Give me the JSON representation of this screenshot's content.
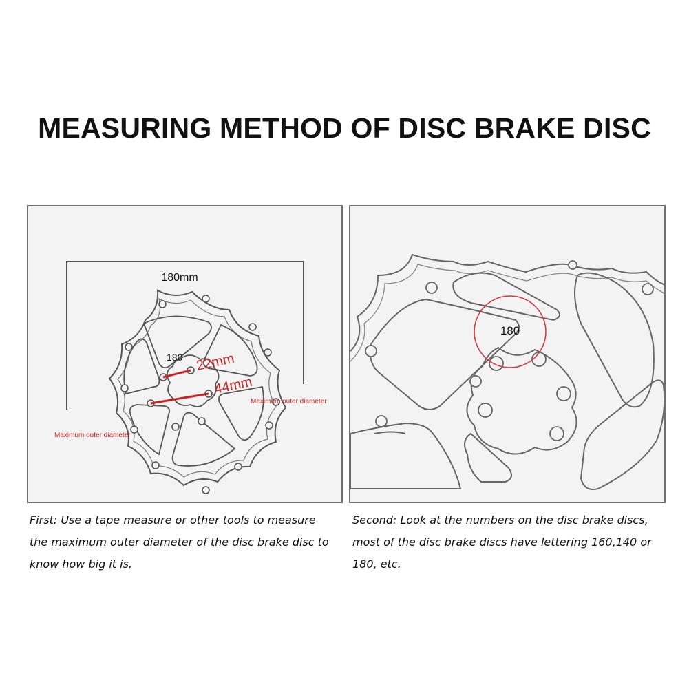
{
  "title": "MEASURING METHOD OF DISC BRAKE DISC",
  "left_panel": {
    "dimension_label": "180mm",
    "disc_number": "180",
    "bolt_spacing": "22mm",
    "center_spacing": "44mm",
    "max_diameter_label_right": "Maximum outer diameter",
    "max_diameter_label_left": "Maximum outer diameter"
  },
  "right_panel": {
    "disc_number": "180"
  },
  "captions": {
    "first": "First: Use a tape measure or other tools to measure the maximum outer diameter of the disc brake disc to know how big it is.",
    "second": "Second: Look at the numbers on the disc brake discs, most of the disc brake discs have lettering 160,140 or 180, etc."
  },
  "colors": {
    "outline": "#555555",
    "accent_red": "#cc2222",
    "circle_red": "#d23a3a",
    "panel_bg": "#f3f3f3"
  }
}
